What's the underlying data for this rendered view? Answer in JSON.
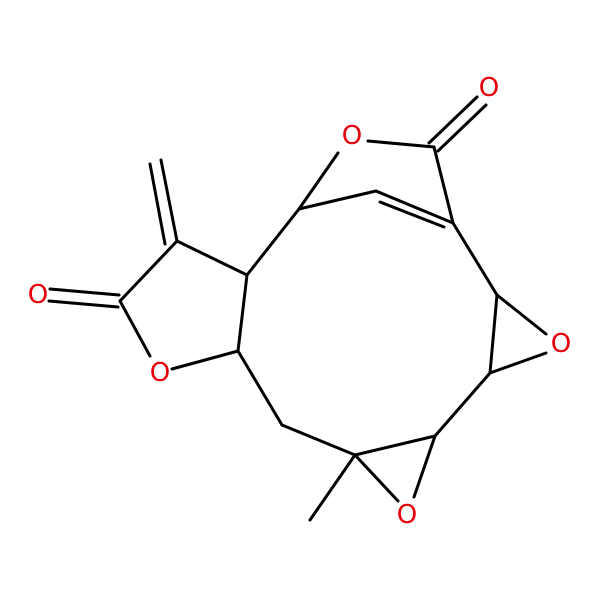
{
  "molecule": {
    "atoms": {
      "O1": {
        "symbol": "O"
      },
      "O2": {
        "symbol": "O"
      },
      "O3": {
        "symbol": "O"
      },
      "O4": {
        "symbol": "O"
      },
      "O5": {
        "symbol": "O"
      },
      "O6": {
        "symbol": "O"
      }
    }
  },
  "colors": {
    "bond": "#000000",
    "oxygen": "#e8000b",
    "background": "#ffffff"
  }
}
